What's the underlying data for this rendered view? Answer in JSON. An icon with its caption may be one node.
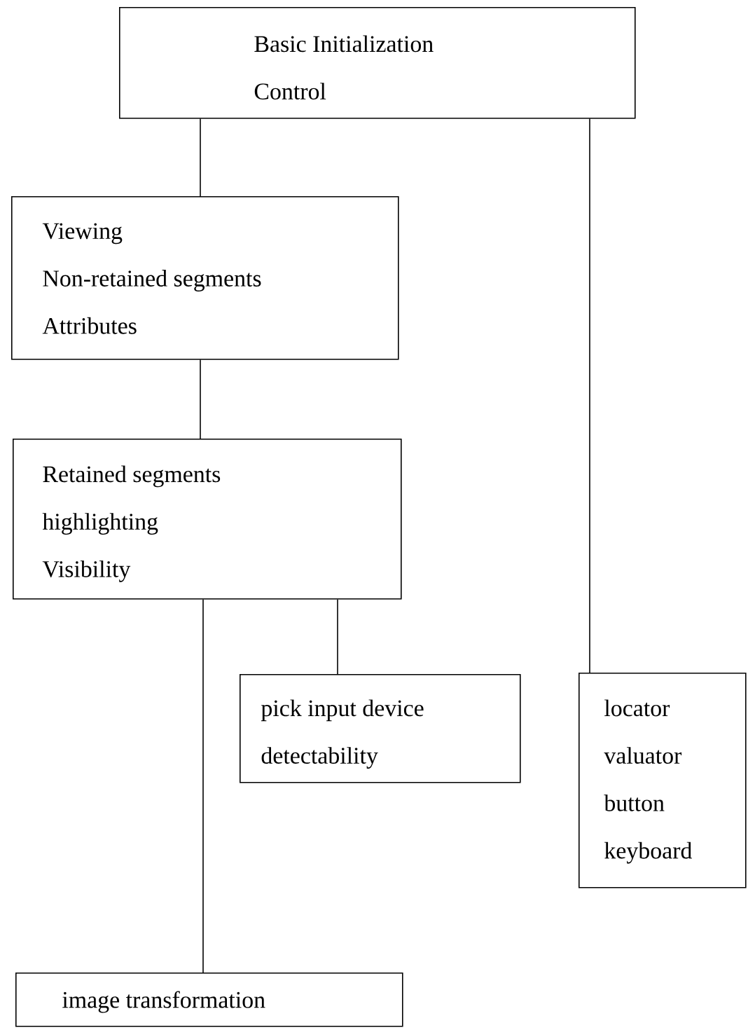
{
  "diagram": {
    "nodes": [
      {
        "text": [
          "Basic Initialization",
          "Control"
        ]
      },
      {
        "text": [
          "Viewing",
          "Non-retained segments",
          "Attributes"
        ]
      },
      {
        "text": [
          "Retained segments",
          "highlighting",
          "Visibility"
        ]
      },
      {
        "text": [
          "pick input device",
          "detectability"
        ]
      },
      {
        "text": [
          "locator",
          "valuator",
          "button",
          "keyboard"
        ]
      },
      {
        "text": [
          "image transformation"
        ]
      }
    ],
    "edges": [
      {
        "from": 0,
        "to": 1,
        "arrow": "none"
      },
      {
        "from": 1,
        "to": 2,
        "arrow": "none"
      },
      {
        "from": 2,
        "to": 3,
        "arrow": "none"
      },
      {
        "from": 2,
        "to": 5,
        "arrow": "none"
      },
      {
        "from": 0,
        "to": 4,
        "arrow": "none"
      }
    ]
  }
}
